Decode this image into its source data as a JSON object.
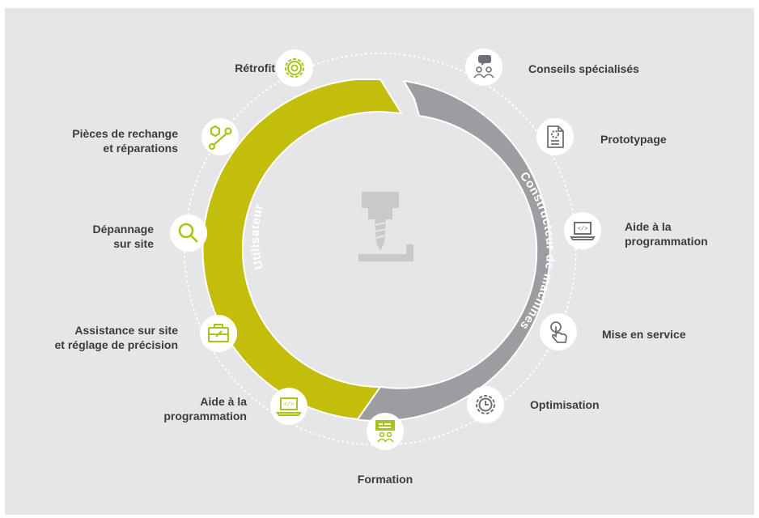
{
  "colors": {
    "panel": "#e6e6e9",
    "user_arc": "#c3bd0b",
    "builder_arc": "#9b9da1",
    "icon_green": "#a9c31d",
    "icon_gray": "#6f7176",
    "machine_icon": "#c9c9cc",
    "dotted_ring": "#ffffff"
  },
  "arcs": {
    "user_label": "Utilisateur",
    "builder_label": "Constructeur de machines"
  },
  "services": {
    "retrofit": {
      "label": "Rétrofit",
      "icon": "gear-icon"
    },
    "spare_parts": {
      "label": "Pièces de rechange\net réparations",
      "icon": "wrench-icon"
    },
    "troubleshooting": {
      "label": "Dépannage\nsur site",
      "icon": "magnifier-icon"
    },
    "onsite_assistance": {
      "label": "Assistance sur site\net réglage de précision",
      "icon": "toolbox-icon"
    },
    "programming_user": {
      "label": "Aide à la\nprogrammation",
      "icon": "laptop-code-icon"
    },
    "training": {
      "label": "Formation",
      "icon": "presentation-board-icon"
    },
    "optimisation": {
      "label": "Optimisation",
      "icon": "gear-clock-icon"
    },
    "commissioning": {
      "label": "Mise en service",
      "icon": "touch-hand-icon"
    },
    "programming_builder": {
      "label": "Aide à la\nprogrammation",
      "icon": "laptop-code-icon"
    },
    "prototyping": {
      "label": "Prototypage",
      "icon": "document-gear-icon"
    },
    "expert_advice": {
      "label": "Conseils spécialisés",
      "icon": "people-chat-icon"
    }
  }
}
